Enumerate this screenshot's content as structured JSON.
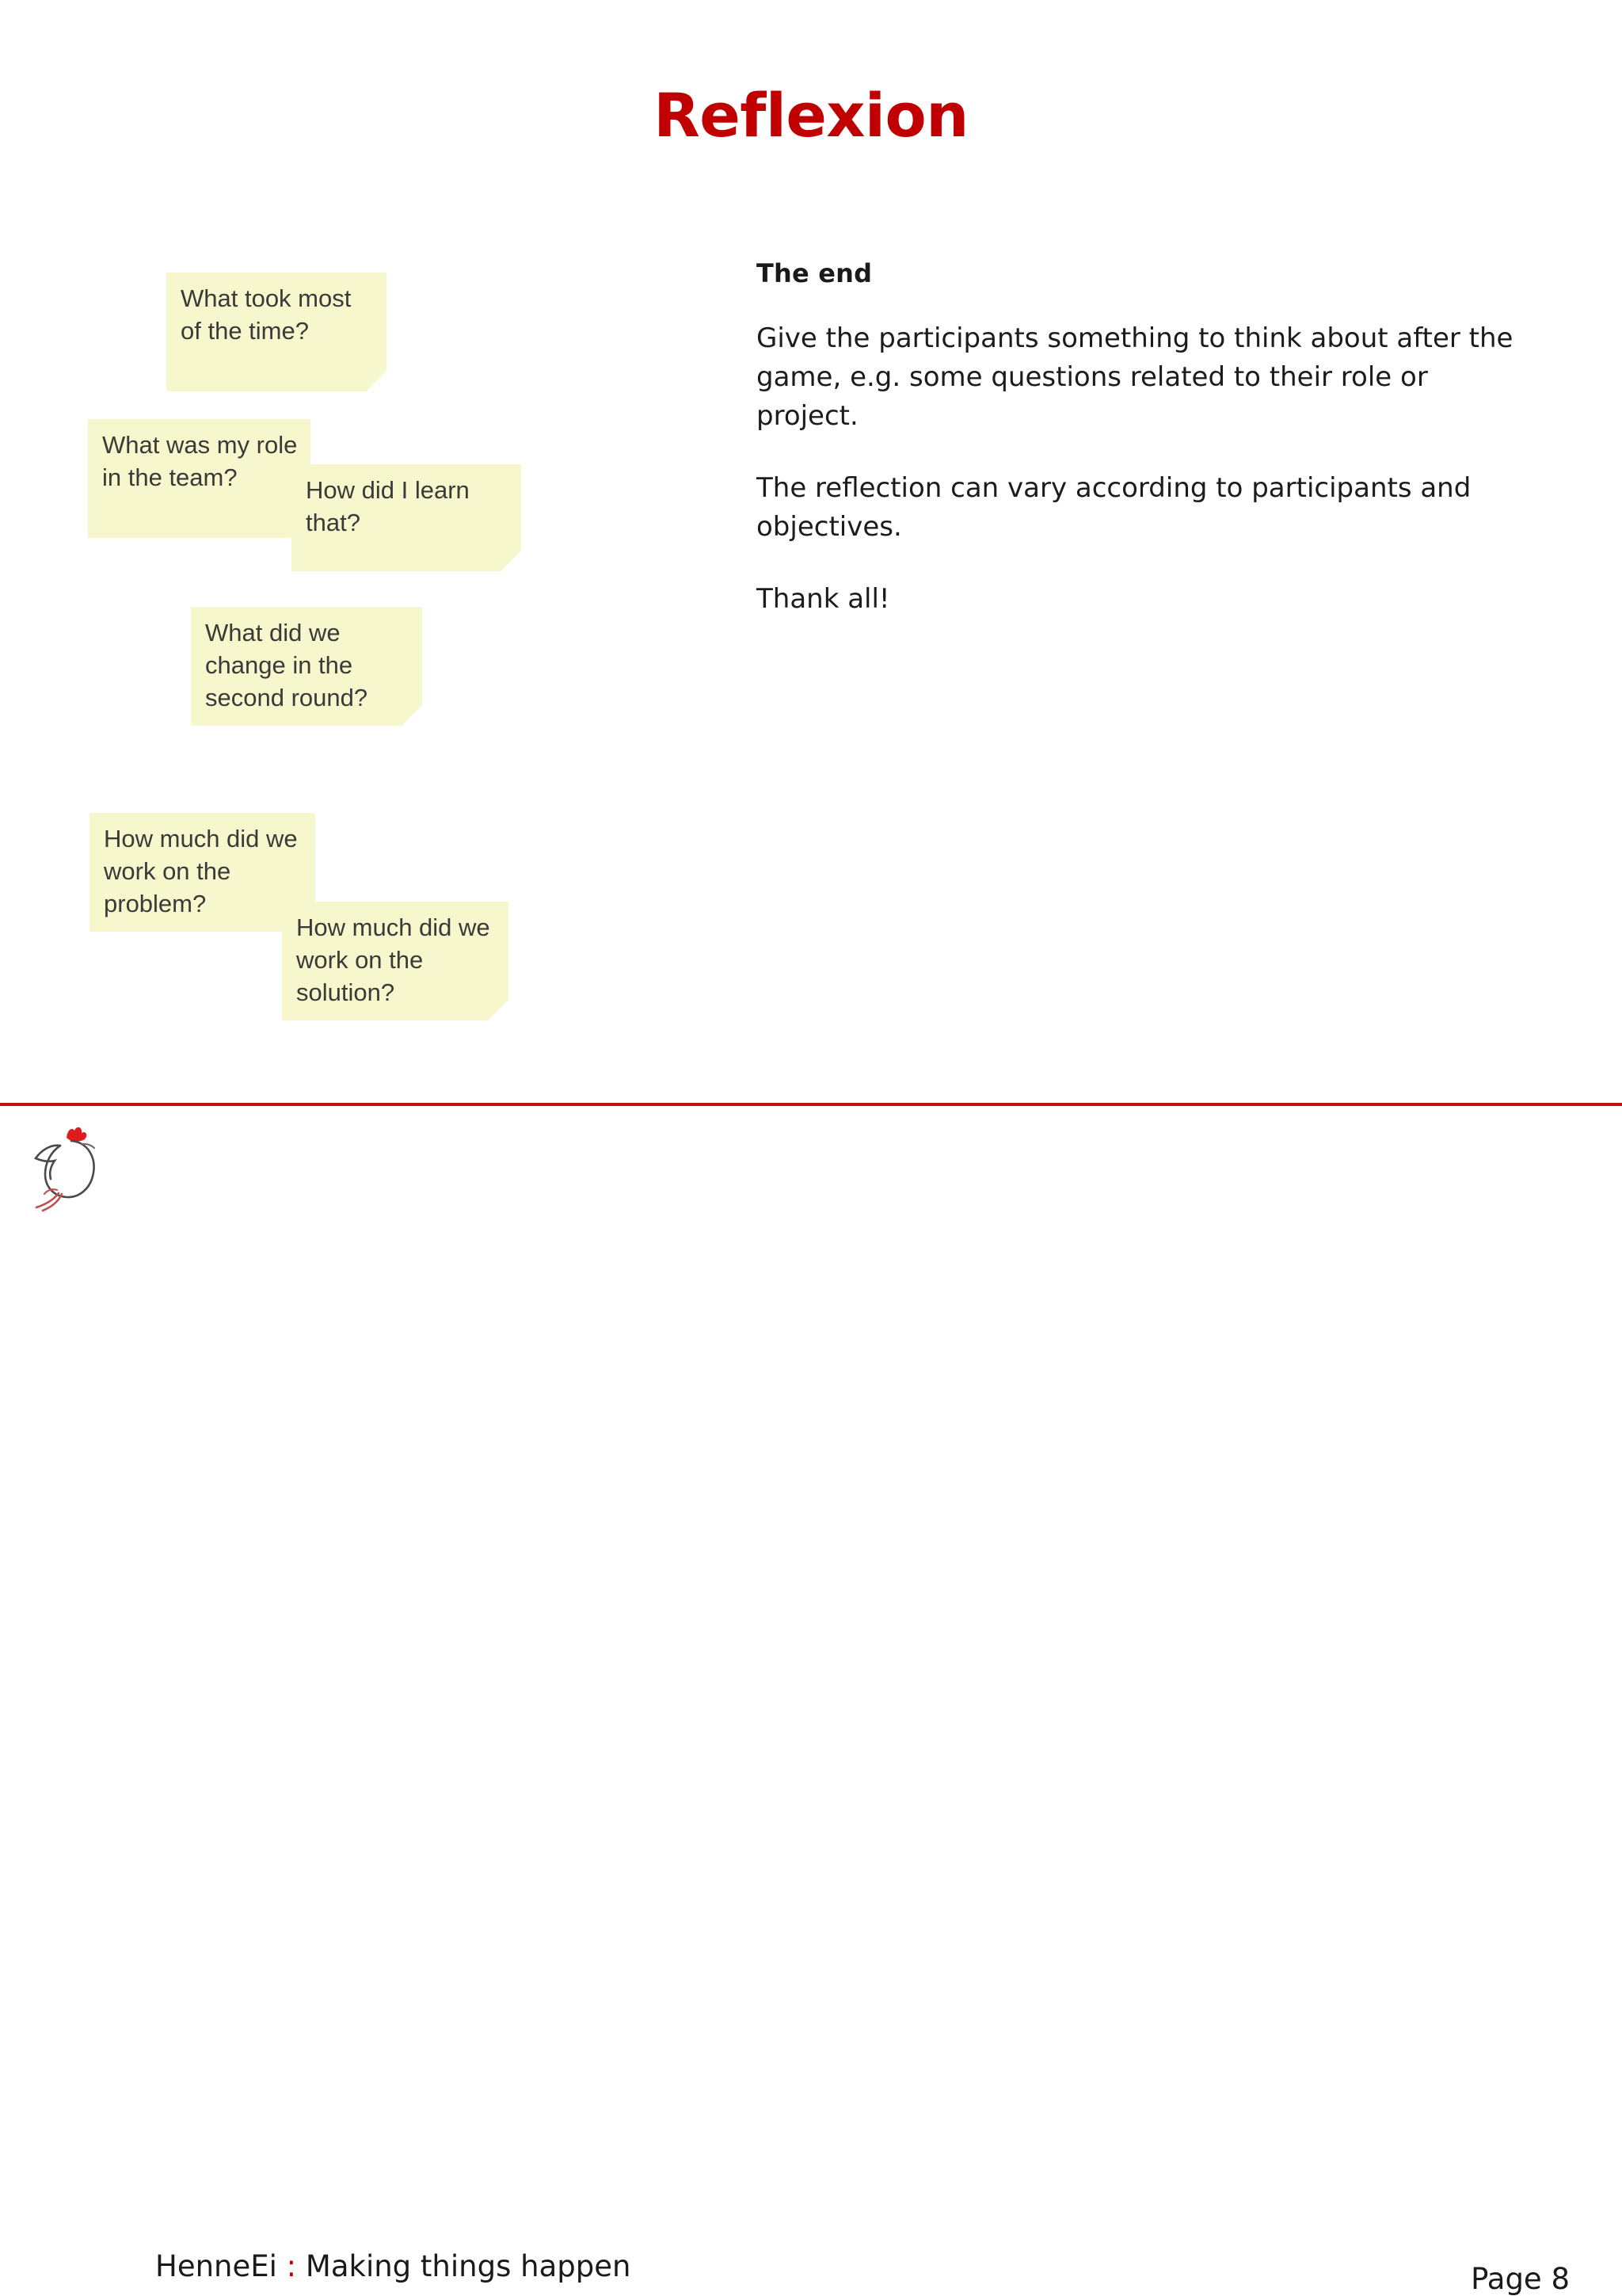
{
  "slide": {
    "title": "Reflexion",
    "title_color": "#C00000",
    "background_color": "#FFFFFF"
  },
  "sticky_notes": [
    {
      "id": "note-1",
      "text": "What took most of the time?"
    },
    {
      "id": "note-2",
      "text": "What was my role in the team?"
    },
    {
      "id": "note-3",
      "text": "How did I learn that?"
    },
    {
      "id": "note-4",
      "text": "What did we change in the second round?"
    },
    {
      "id": "note-5",
      "text": "How much did we work on the problem?"
    },
    {
      "id": "note-6",
      "text": "How much did we work on the solution?"
    }
  ],
  "sticky_note_color": "#F7F7CE",
  "content": {
    "heading": "The end",
    "paragraphs": [
      "Give the participants something to think about after the game, e.g. some questions related to their role or project.",
      "The reflection can vary according to participants and objectives.",
      "Thank all!"
    ]
  },
  "footer": {
    "rule_color": "#B81414",
    "brand": "HenneEi",
    "separator": " : ",
    "tagline": "Making things happen",
    "logo_icon": "hen-logo-icon",
    "page_label": "Page 8"
  }
}
